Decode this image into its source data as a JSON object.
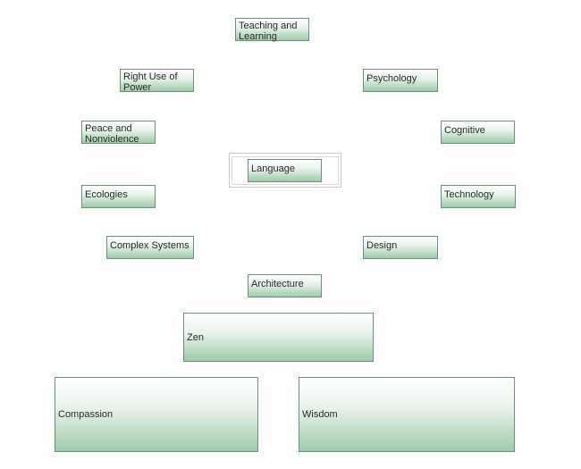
{
  "nodes": {
    "teaching": "Teaching and Learning",
    "right_use": "Right Use of Power",
    "psychology": "Psychology",
    "peace": "Peace and Nonviolence",
    "cognitive": "Cognitive",
    "language": "Language",
    "ecologies": "Ecologies",
    "technology": "Technology",
    "complex": "Complex Systems",
    "design": "Design",
    "architecture": "Architecture",
    "zen": "Zen",
    "compassion": "Compassion",
    "wisdom": "Wisdom"
  },
  "colors": {
    "border": "#6f8f78",
    "gradient_top": "#ffffff",
    "gradient_bottom": "#9fcaaa"
  }
}
